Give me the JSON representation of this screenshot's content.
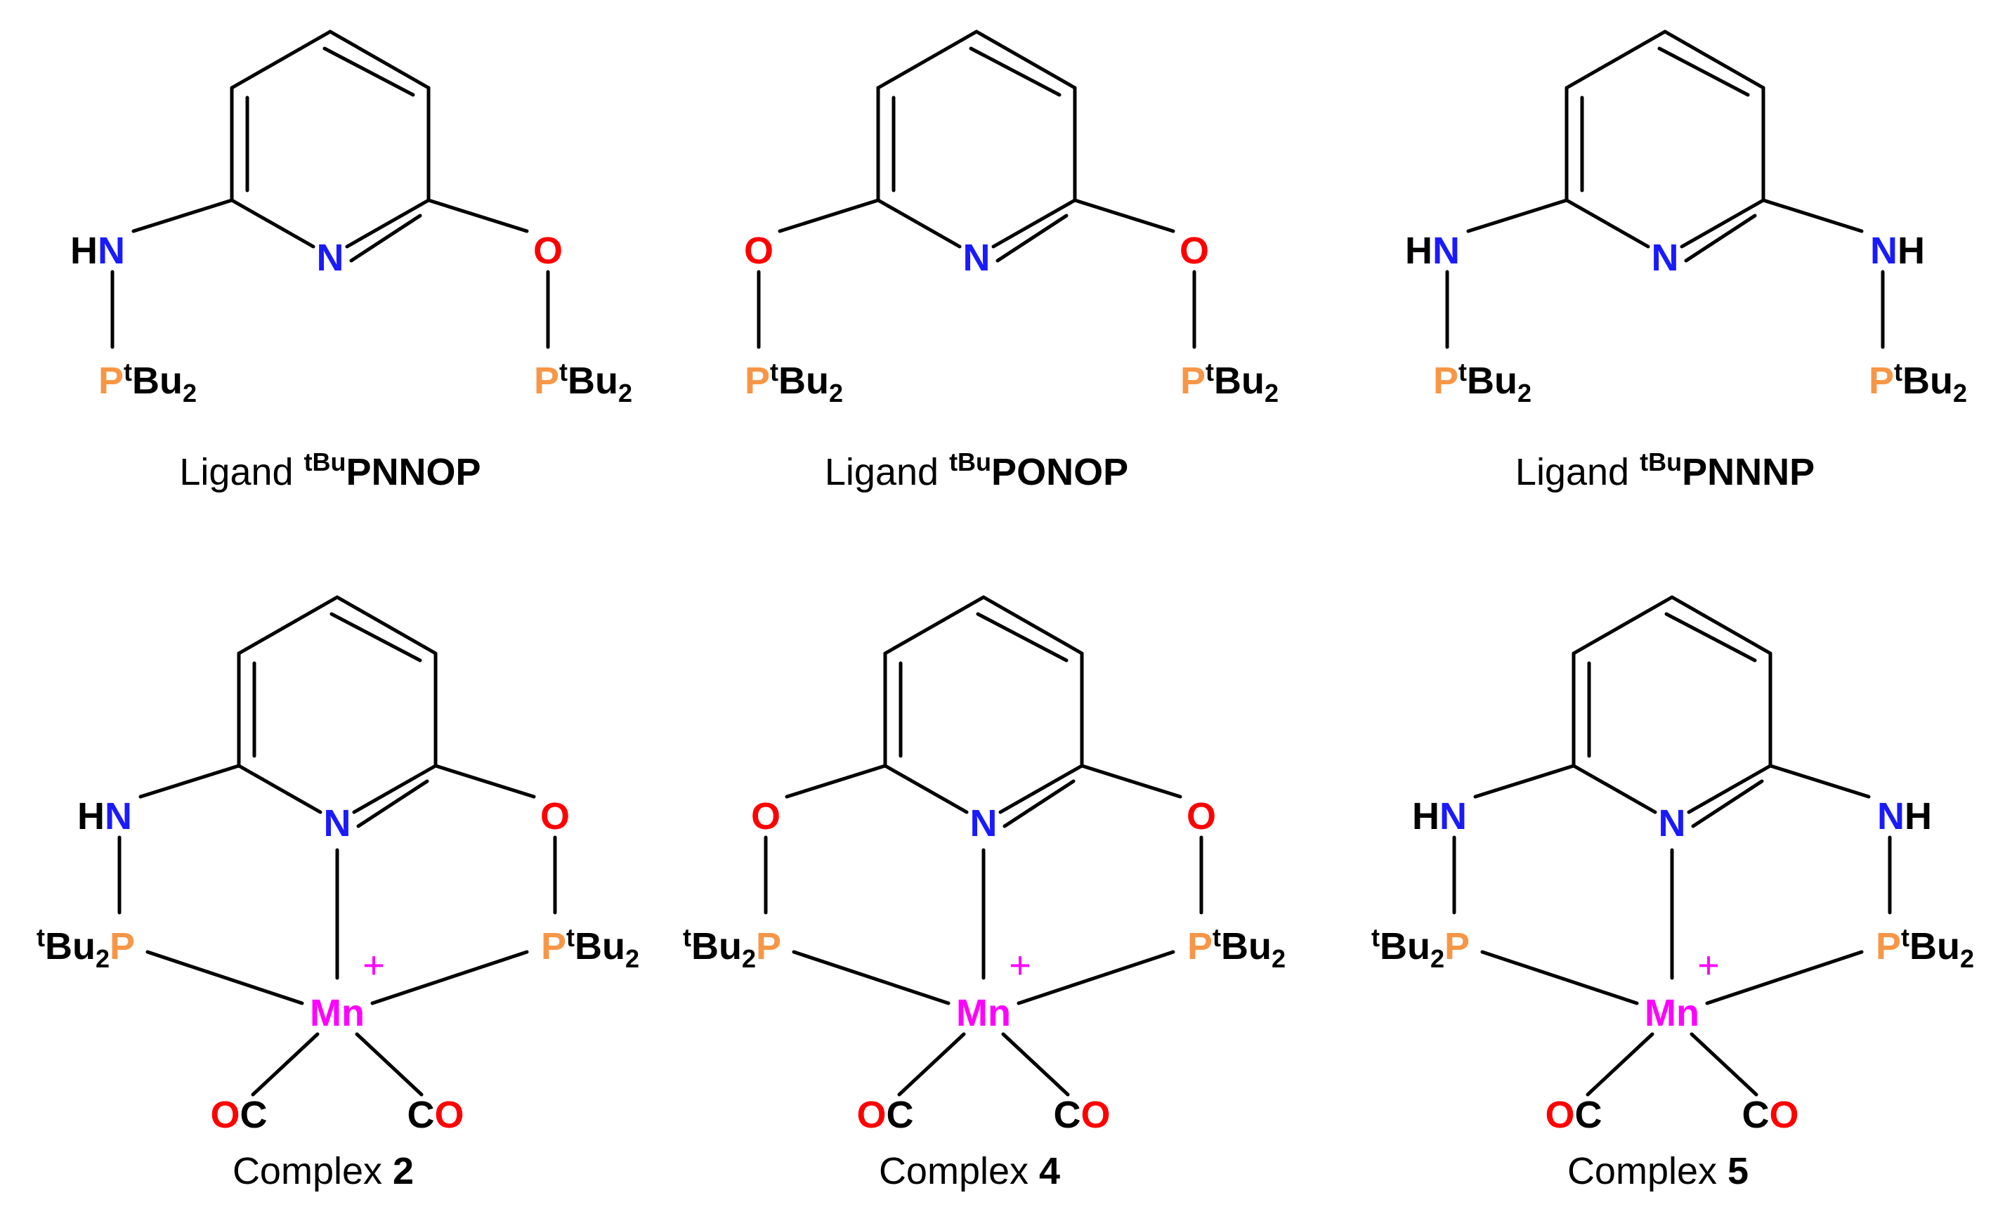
{
  "colors": {
    "bond": "#000000",
    "carbon": "#000000",
    "nitrogen": "#1a1aff",
    "oxygen": "#ff0000",
    "phosphorus": "#f79646",
    "manganese": "#ff00ff",
    "text": "#000000"
  },
  "labels": {
    "HN": {
      "h": "H",
      "n": "N"
    },
    "NH": {
      "n": "N",
      "h": "H"
    },
    "N": "N",
    "O": "O",
    "P": "P",
    "tBu2": {
      "sup": "t",
      "main": "Bu",
      "sub": "2"
    },
    "Mn": "Mn",
    "charge": "+",
    "OC": {
      "o": "O",
      "c": "C"
    },
    "CO": {
      "c": "C",
      "o": "O"
    }
  },
  "structures": [
    {
      "id": "ligand-pnnop",
      "caption": {
        "prefix": "Ligand ",
        "sup": "tBu",
        "bold": "PNNOP"
      }
    },
    {
      "id": "ligand-ponop",
      "caption": {
        "prefix": "Ligand ",
        "sup": "tBu",
        "bold": "PONOP"
      }
    },
    {
      "id": "ligand-pnnnp",
      "caption": {
        "prefix": "Ligand ",
        "sup": "tBu",
        "bold": "PNNNP"
      }
    },
    {
      "id": "complex-2",
      "caption": {
        "prefix": "Complex ",
        "bold": "2"
      }
    },
    {
      "id": "complex-4",
      "caption": {
        "prefix": "Complex ",
        "bold": "4"
      }
    },
    {
      "id": "complex-5",
      "caption": {
        "prefix": "Complex ",
        "bold": "5"
      }
    }
  ]
}
